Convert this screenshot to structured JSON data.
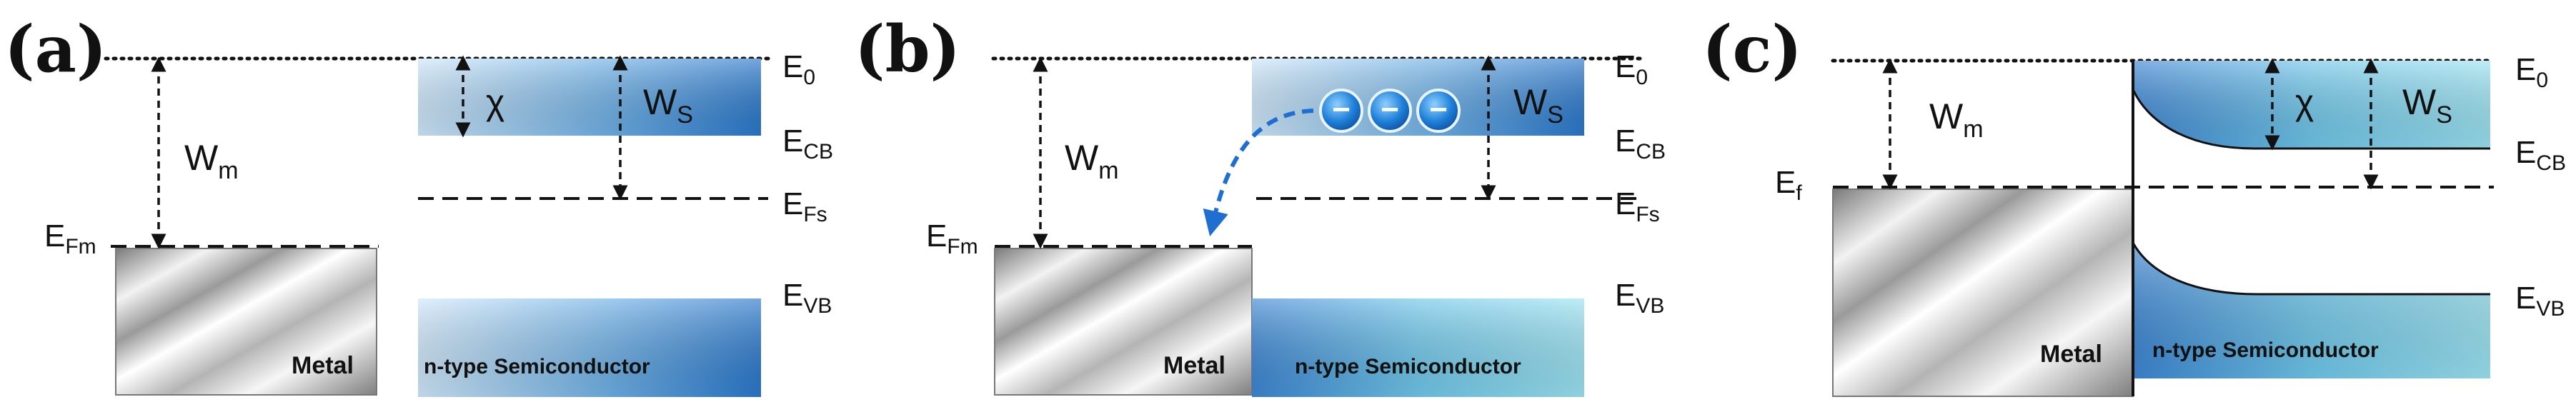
{
  "panels": [
    {
      "id": "a",
      "label": "(a)",
      "energy_labels": {
        "e0": {
          "main": "E",
          "sub": "0"
        },
        "ecb": {
          "main": "E",
          "sub": "CB"
        },
        "efs": {
          "main": "E",
          "sub": "Fs"
        },
        "evb": {
          "main": "E",
          "sub": "VB"
        },
        "efm": {
          "main": "E",
          "sub": "Fm"
        }
      },
      "wm": {
        "main": "W",
        "sub": "m"
      },
      "ws": {
        "main": "W",
        "sub": "S"
      },
      "chi": "χ",
      "metal": "Metal",
      "semiconductor": "n-type Semiconductor"
    },
    {
      "id": "b",
      "label": "(b)",
      "energy_labels": {
        "e0": {
          "main": "E",
          "sub": "0"
        },
        "ecb": {
          "main": "E",
          "sub": "CB"
        },
        "efs": {
          "main": "E",
          "sub": "Fs"
        },
        "evb": {
          "main": "E",
          "sub": "VB"
        },
        "efm": {
          "main": "E",
          "sub": "Fm"
        }
      },
      "wm": {
        "main": "W",
        "sub": "m"
      },
      "ws": {
        "main": "W",
        "sub": "S"
      },
      "electron_sign": "−",
      "metal": "Metal",
      "semiconductor": "n-type Semiconductor"
    },
    {
      "id": "c",
      "label": "(c)",
      "energy_labels": {
        "e0": {
          "main": "E",
          "sub": "0"
        },
        "ecb": {
          "main": "E",
          "sub": "CB"
        },
        "evb": {
          "main": "E",
          "sub": "VB"
        },
        "ef": {
          "main": "E",
          "sub": "f"
        }
      },
      "wm": {
        "main": "W",
        "sub": "m"
      },
      "ws": {
        "main": "W",
        "sub": "S"
      },
      "chi": "χ",
      "metal": "Metal",
      "semiconductor": "n-type Semiconductor"
    }
  ],
  "colors": {
    "metal_light": "#f4f4f4",
    "metal_dark": "#8f8f8f",
    "band_light": "#c8e4f8",
    "band_dark": "#2e7fd0",
    "band_cyan": "#7fd6ec",
    "electron_blue": "#1e7fd8",
    "arrow_blue": "#1f6fd0"
  }
}
